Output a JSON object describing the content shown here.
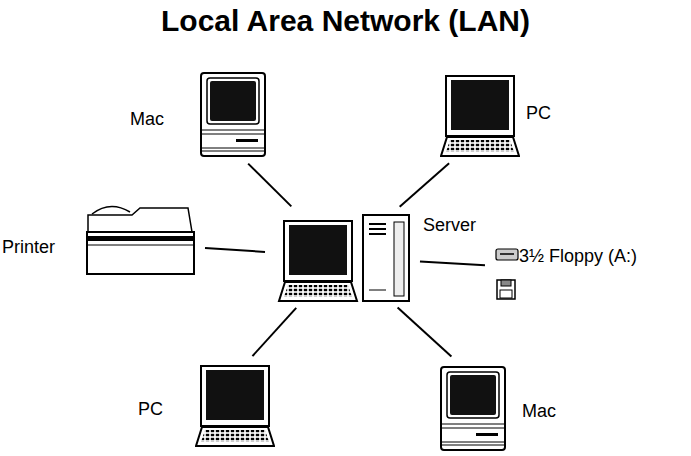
{
  "diagram": {
    "title": "Local Area Network (LAN)",
    "nodes": [
      {
        "text": [
          "Mac"
        ]
      },
      {
        "text": [
          "PC"
        ]
      },
      {
        "text": [
          "Printer"
        ]
      },
      {
        "text": [
          "Server"
        ]
      },
      {
        "text": [
          "3½ Floppy (A:)"
        ]
      },
      {
        "text": [
          "PC"
        ]
      },
      {
        "text": [
          "Mac"
        ]
      }
    ],
    "edges": [
      {
        "from": 3,
        "to": 0,
        "arrow": "none"
      },
      {
        "from": 3,
        "to": 1,
        "arrow": "none"
      },
      {
        "from": 3,
        "to": 2,
        "arrow": "none"
      },
      {
        "from": 3,
        "to": 4,
        "arrow": "none"
      },
      {
        "from": 3,
        "to": 5,
        "arrow": "none"
      },
      {
        "from": 3,
        "to": 6,
        "arrow": "none"
      }
    ]
  }
}
